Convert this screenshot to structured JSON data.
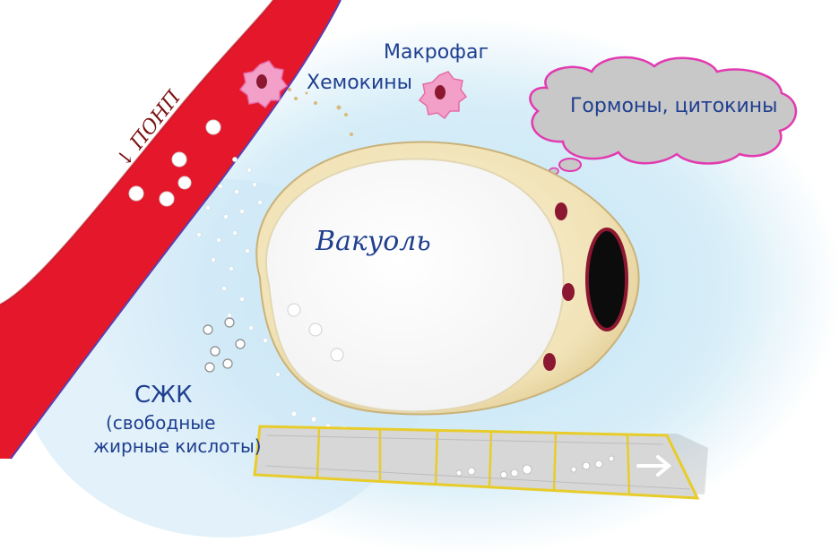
{
  "labels": {
    "vessel": "↓ ПОНП",
    "macrophage": "Макрофаг",
    "chemokines": "Хемокины",
    "hormones": "Гормоны, цитокины",
    "vacuole": "Вакуоль",
    "ffa_abbr": "СЖК",
    "ffa_full_line1": "(свободные",
    "ffa_full_line2": "жирные кислоты)"
  },
  "colors": {
    "vessel": "#e5172a",
    "vessel_edge": "#5a3fb0",
    "text": "#1f3f8f",
    "cloud_outline": "#e23ab0",
    "film_border": "#e8cc2a"
  }
}
